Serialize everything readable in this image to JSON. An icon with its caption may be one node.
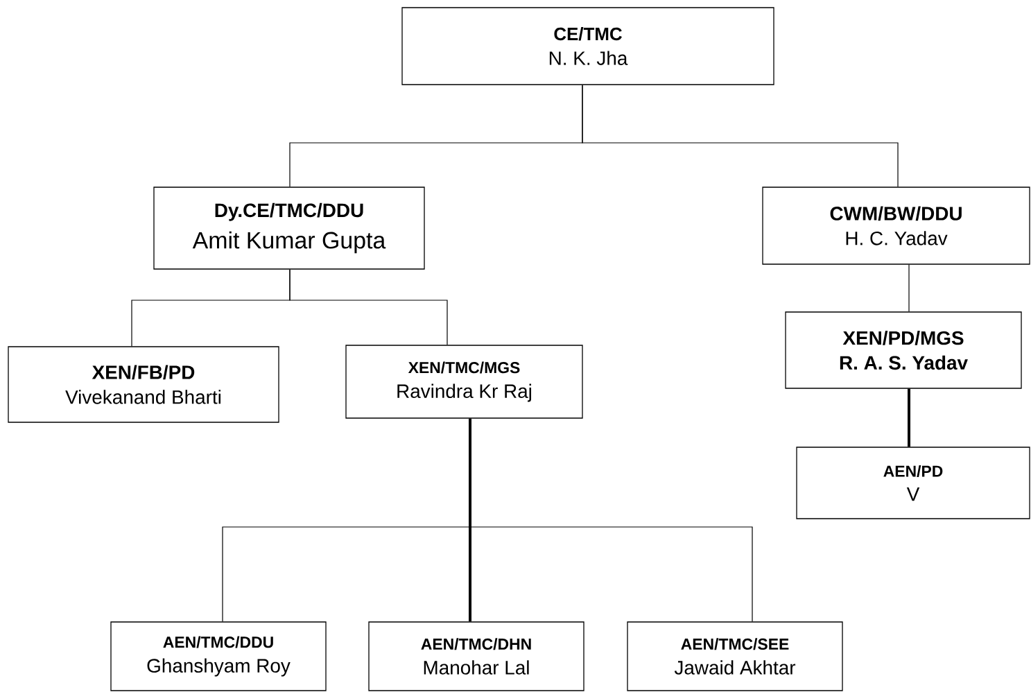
{
  "diagram": {
    "nodes": [
      {
        "text": [
          "CE/TMC",
          "N. K. Jha"
        ]
      },
      {
        "text": [
          "Dy.CE/TMC/DDU",
          "Amit Kumar Gupta"
        ]
      },
      {
        "text": [
          "CWM/BW/DDU",
          "H. C. Yadav"
        ]
      },
      {
        "text": [
          "XEN/FB/PD",
          "Vivekanand Bharti"
        ]
      },
      {
        "text": [
          "XEN/TMC/MGS",
          "Ravindra Kr Raj"
        ]
      },
      {
        "text": [
          "XEN/PD/MGS",
          "R. A. S. Yadav"
        ]
      },
      {
        "text": [
          "AEN/PD",
          "V"
        ]
      },
      {
        "text": [
          "AEN/TMC/DDU",
          "Ghanshyam Roy"
        ]
      },
      {
        "text": [
          "AEN/TMC/DHN",
          "Manohar Lal"
        ]
      },
      {
        "text": [
          "AEN/TMC/SEE",
          "Jawaid Akhtar"
        ]
      }
    ],
    "edges": [
      {
        "from": 0,
        "to": 1,
        "arrow": "none"
      },
      {
        "from": 0,
        "to": 2,
        "arrow": "none"
      },
      {
        "from": 1,
        "to": 3,
        "arrow": "none"
      },
      {
        "from": 1,
        "to": 4,
        "arrow": "none"
      },
      {
        "from": 2,
        "to": 5,
        "arrow": "none"
      },
      {
        "from": 5,
        "to": 6,
        "arrow": "none",
        "style": "thick"
      },
      {
        "from": 4,
        "to": 7,
        "arrow": "none"
      },
      {
        "from": 4,
        "to": 8,
        "arrow": "none",
        "style": "thick"
      },
      {
        "from": 4,
        "to": 9,
        "arrow": "none"
      }
    ]
  }
}
